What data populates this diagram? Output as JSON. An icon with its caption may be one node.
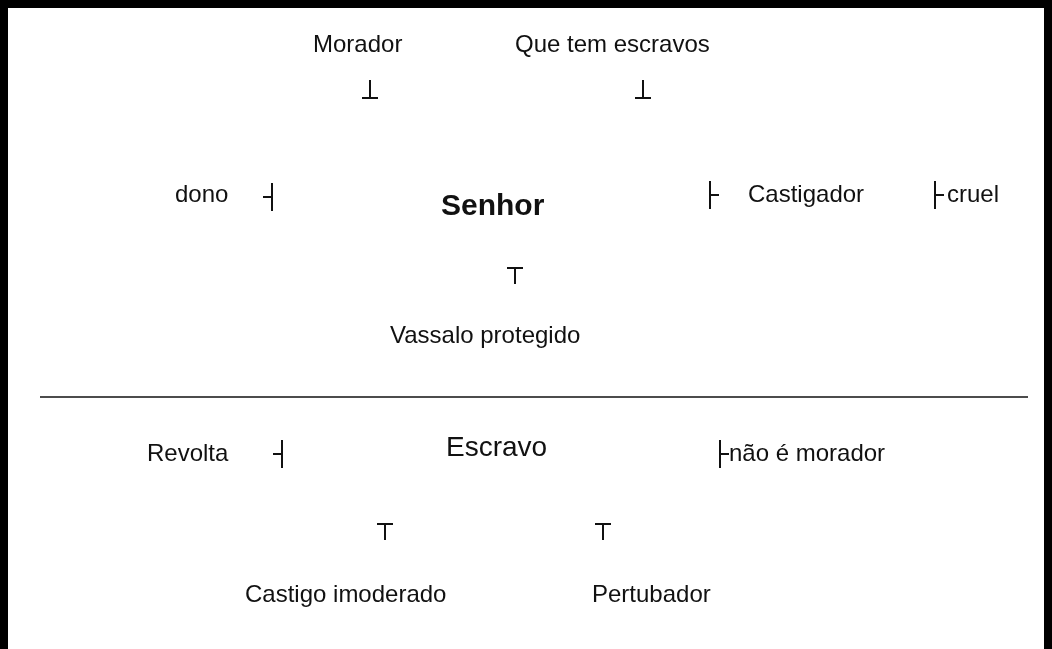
{
  "diagram": {
    "labels": [
      "Morador",
      "Que tem escravos",
      "dono",
      "Senhor",
      "Castigador",
      "cruel",
      "Vassalo protegido",
      "Revolta",
      "Escravo",
      "não é morador",
      "Castigo imoderado",
      "Pertubador"
    ]
  }
}
